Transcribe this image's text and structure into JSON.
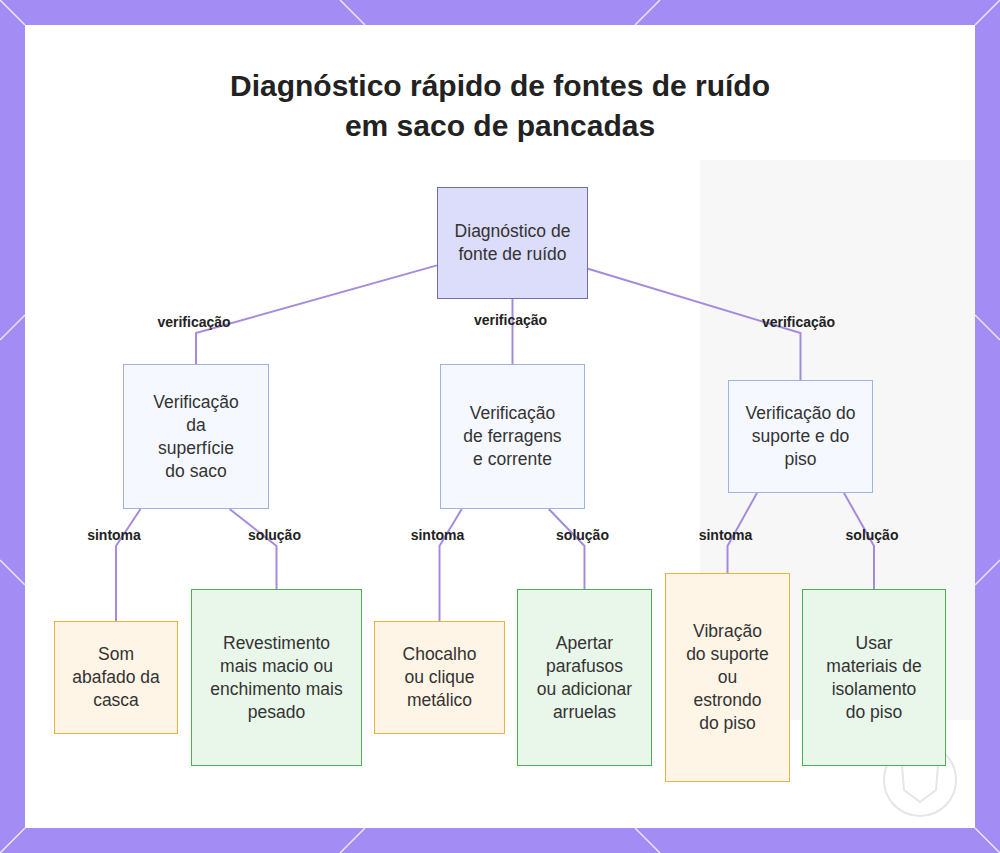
{
  "diagram": {
    "title": "Diagnóstico rápido de fontes de ruído em saco de pancadas",
    "nodes": [
      {
        "text": [
          "Diagnóstico de fonte de ruído"
        ]
      },
      {
        "text": [
          "Verificação da superfície do saco"
        ]
      },
      {
        "text": [
          "Verificação de ferragens e corrente"
        ]
      },
      {
        "text": [
          "Verificação do suporte e do piso"
        ]
      },
      {
        "text": [
          "Som abafado da casca"
        ]
      },
      {
        "text": [
          "Revestimento mais macio ou enchimento mais pesado"
        ]
      },
      {
        "text": [
          "Chocalho ou clique metálico"
        ]
      },
      {
        "text": [
          "Apertar parafusos ou adicionar arruelas"
        ]
      },
      {
        "text": [
          "Vibração do suporte ou estrondo do piso"
        ]
      },
      {
        "text": [
          "Usar materiais de isolamento do piso"
        ]
      }
    ],
    "edges": [
      {
        "from": 0,
        "to": 1,
        "label": "verificação",
        "arrow": "none"
      },
      {
        "from": 0,
        "to": 2,
        "label": "verificação",
        "arrow": "none"
      },
      {
        "from": 0,
        "to": 3,
        "label": "verificação",
        "arrow": "none"
      },
      {
        "from": 1,
        "to": 4,
        "label": "sintoma",
        "arrow": "none"
      },
      {
        "from": 1,
        "to": 5,
        "label": "solução",
        "arrow": "none"
      },
      {
        "from": 2,
        "to": 6,
        "label": "sintoma",
        "arrow": "none"
      },
      {
        "from": 2,
        "to": 7,
        "label": "solução",
        "arrow": "none"
      },
      {
        "from": 3,
        "to": 8,
        "label": "sintoma",
        "arrow": "none"
      },
      {
        "from": 3,
        "to": 9,
        "label": "solução",
        "arrow": "none"
      }
    ]
  }
}
